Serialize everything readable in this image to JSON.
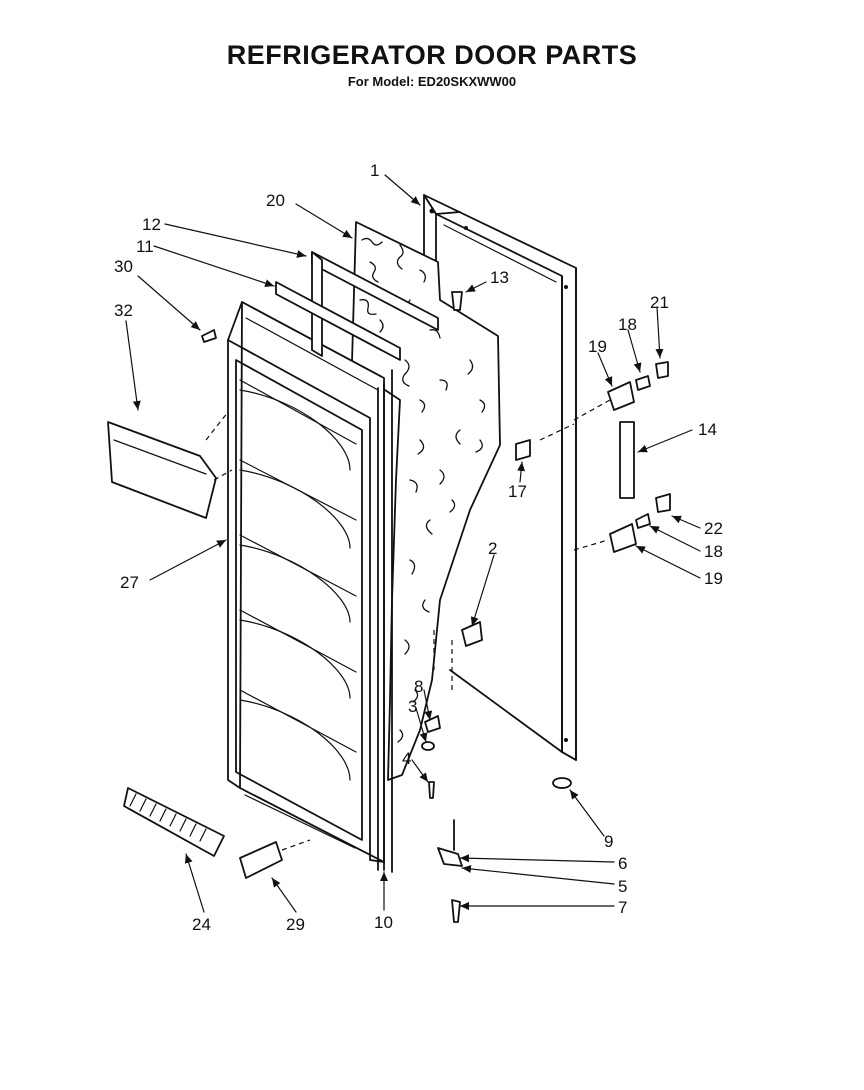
{
  "header": {
    "title": "REFRIGERATOR DOOR PARTS",
    "subtitle": "For Model: ED20SKXWW00"
  },
  "callouts": {
    "c1": "1",
    "c2": "2",
    "c3": "3",
    "c4": "4",
    "c5": "5",
    "c6": "6",
    "c7": "7",
    "c8": "8",
    "c9": "9",
    "c10": "10",
    "c11": "11",
    "c12": "12",
    "c13": "13",
    "c14": "14",
    "c17": "17",
    "c18a": "18",
    "c18b": "18",
    "c19a": "19",
    "c19b": "19",
    "c20": "20",
    "c21": "21",
    "c22": "22",
    "c24": "24",
    "c27": "27",
    "c29": "29",
    "c30": "30",
    "c32": "32"
  }
}
